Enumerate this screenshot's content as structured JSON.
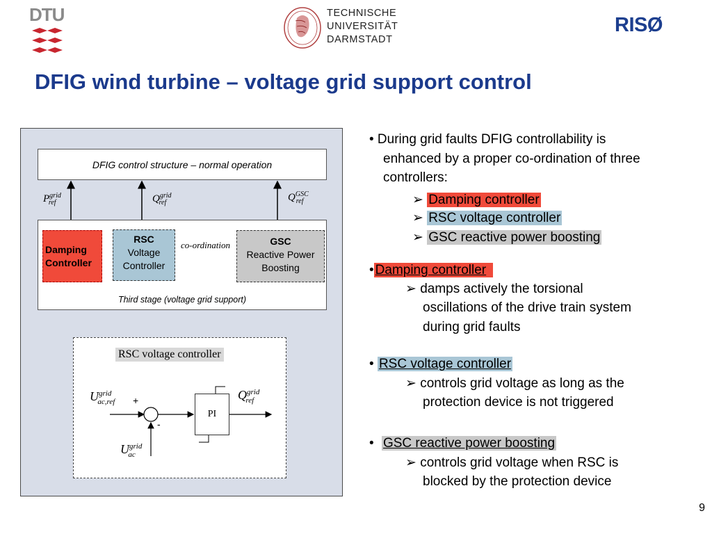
{
  "header": {
    "dtu_logo": "DTU",
    "tud_logo_lines": [
      "TECHNISCHE",
      "UNIVERSITÄT",
      "DARMSTADT"
    ],
    "riso_logo": "RISØ",
    "brand_red": "#c8262f",
    "brand_blue": "#1d3f8f"
  },
  "title": "DFIG wind turbine – voltage grid support control",
  "diagram": {
    "structure_label": "DFIG control structure – normal operation",
    "refs": {
      "p_base": "P",
      "p_sup": "grid",
      "p_sub": "ref",
      "q1_base": "Q",
      "q1_sup": "grid",
      "q1_sub": "ref",
      "q2_base": "Q",
      "q2_sup": "GSC",
      "q2_sub": "ref"
    },
    "damping_box": [
      "Damping",
      "Controller"
    ],
    "rsc_box": [
      "RSC",
      "Voltage",
      "Controller"
    ],
    "gsc_box": [
      "GSC",
      "Reactive Power",
      "Boosting"
    ],
    "coordination": "co-ordination",
    "stage_label": "Third  stage (voltage grid support)",
    "rsc_controller": {
      "label": "RSC voltage controller",
      "u_ref_base": "U",
      "u_ref_sup": "grid",
      "u_ref_sub": "ac,ref",
      "u_ac_base": "U",
      "u_ac_sup": "grid",
      "u_ac_sub": "ac",
      "q_out_base": "Q",
      "q_out_sup": "grid",
      "q_out_sub": "ref",
      "plus": "+",
      "minus": "-",
      "pi": "PI"
    }
  },
  "bullets": {
    "intro": [
      "• During grid faults DFIG controllability is",
      "enhanced by a proper co-ordination of three",
      "controllers:"
    ],
    "list": [
      "Damping controller",
      "RSC voltage controller",
      "GSC reactive power boosting"
    ],
    "damping_title": "Damping controller",
    "damping_desc": [
      "damps actively the torsional",
      "oscillations of the drive train system",
      "during grid faults"
    ],
    "rsc_title": "RSC voltage controller",
    "rsc_desc": [
      "controls grid voltage as long as the",
      "protection device is not triggered"
    ],
    "gsc_title": "GSC reactive power boosting",
    "gsc_desc": [
      "controls grid voltage when RSC is",
      "blocked by the protection device"
    ],
    "bullet": "•",
    "arrow": "➢"
  },
  "page_number": "9"
}
